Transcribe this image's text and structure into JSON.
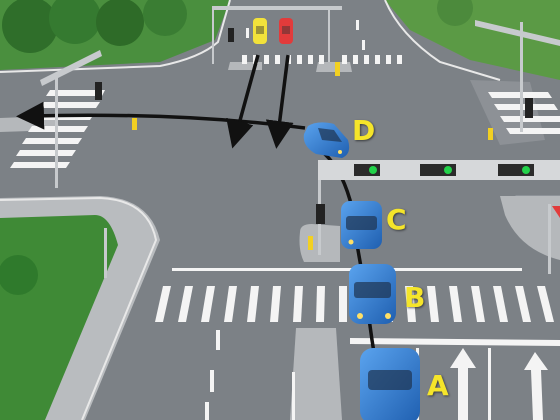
{
  "scene": {
    "position_labels": [
      "A",
      "B",
      "C",
      "D"
    ],
    "colors": {
      "label": "#f5e52a",
      "car_main": "#2f7fd8",
      "car_yellow": "#f2e23a",
      "car_red": "#e23b3b",
      "signal_green": "#22d24a",
      "road": "#8a8f94",
      "grass": "#3e8a3a",
      "path": "#111111"
    }
  }
}
